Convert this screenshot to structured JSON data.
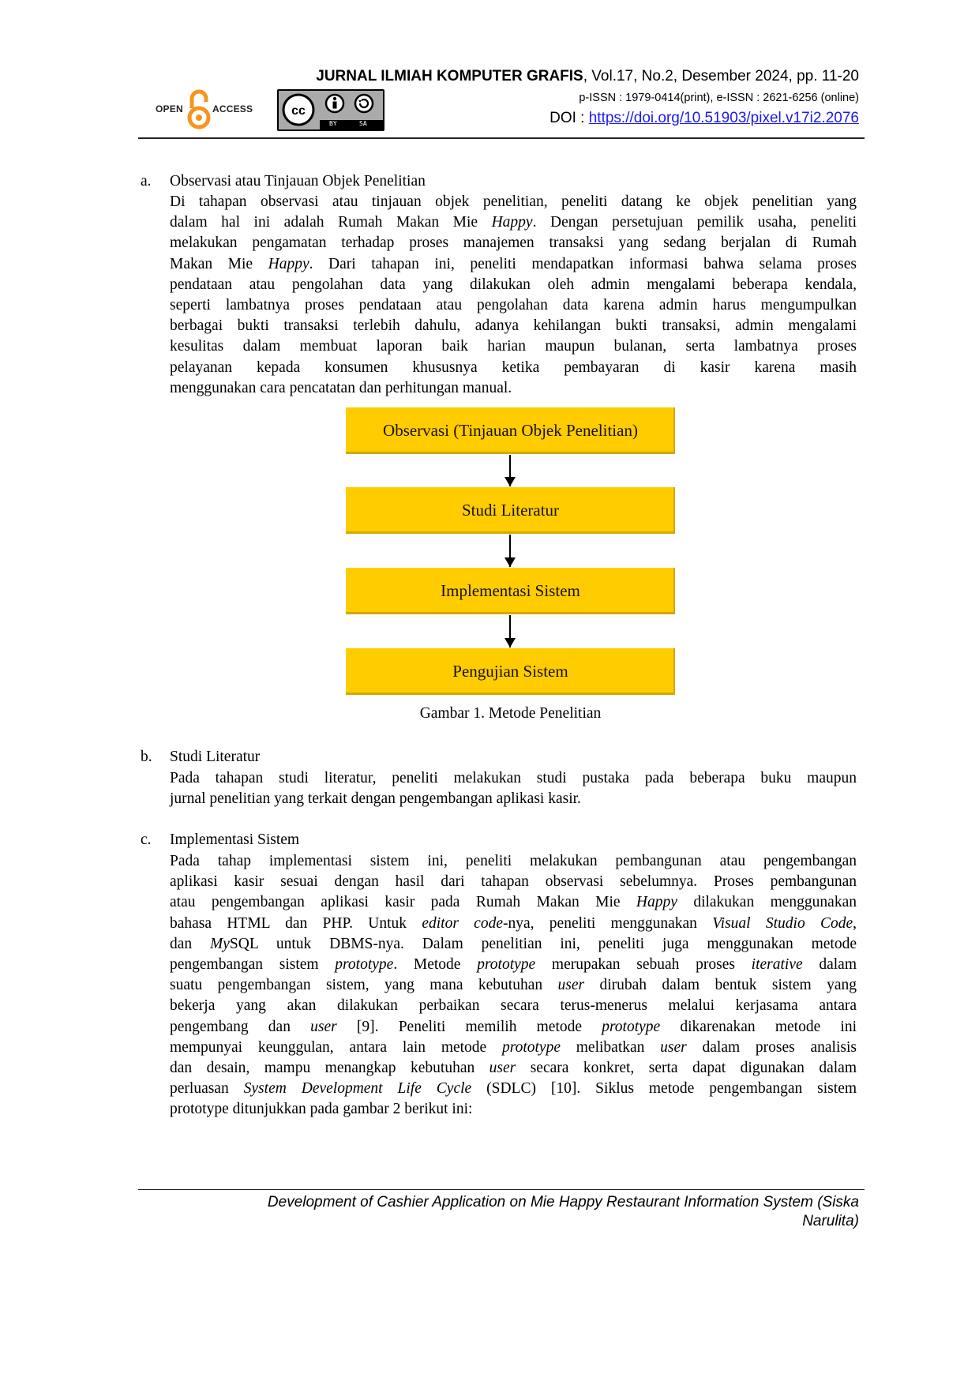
{
  "header": {
    "journal_name": "JURNAL ILMIAH KOMPUTER GRAFIS",
    "journal_issue": ", Vol.17, No.2, Desember 2024, pp. 11-20",
    "issn": "p-ISSN : 1979-0414(print), e-ISSN :  2621-6256 (online)",
    "doi_label": "DOI : ",
    "doi_link": "https://doi.org/10.51903/pixel.v17i2.2076",
    "open_access": {
      "left": "OPEN",
      "right": "ACCESS",
      "color": "#f7941d"
    },
    "license": {
      "cc": "cc",
      "by": "BY",
      "sa": "SA"
    }
  },
  "sections": [
    {
      "label": "a.",
      "title": "Observasi atau Tinjauan Objek Penelitian",
      "lines": [
        "Di tahapan observasi atau tinjauan objek penelitian, peneliti datang ke objek penelitian yang",
        "dalam hal ini adalah Rumah Makan Mie |Happy|. Dengan persetujuan pemilik usaha, peneliti",
        "melakukan pengamatan terhadap proses manajemen transaksi yang sedang berjalan di Rumah",
        "Makan Mie |Happy|. Dari tahapan ini, peneliti mendapatkan informasi bahwa selama proses",
        "pendataan atau pengolahan data yang dilakukan oleh admin mengalami beberapa kendala,",
        "seperti lambatnya proses pendataan atau pengolahan data karena admin harus mengumpulkan",
        "berbagai bukti transaksi terlebih dahulu, adanya kehilangan bukti transaksi, admin mengalami",
        "kesulitas dalam membuat laporan baik harian maupun bulanan, serta lambatnya proses",
        "pelayanan kepada konsumen khususnya ketika pembayaran di kasir karena masih",
        "menggunakan cara pencatatan dan perhitungan manual."
      ]
    },
    {
      "label": "b.",
      "title": "Studi Literatur",
      "lines": [
        "Pada tahapan studi literatur, peneliti melakukan studi pustaka pada beberapa buku maupun",
        "jurnal penelitian yang terkait dengan pengembangan aplikasi kasir."
      ]
    },
    {
      "label": "c.",
      "title": "Implementasi Sistem",
      "lines": [
        "Pada tahap implementasi sistem ini, peneliti melakukan pembangunan atau pengembangan",
        "aplikasi kasir sesuai dengan hasil dari tahapan observasi sebelumnya. Proses pembangunan",
        "atau pengembangan aplikasi kasir pada Rumah Makan Mie |Happy| dilakukan menggunakan",
        "bahasa HTML dan PHP. Untuk |editor code|-nya, peneliti menggunakan |Visual Studio Code|,",
        "dan |My|SQL untuk DBMS-nya. Dalam penelitian ini, peneliti juga menggunakan metode",
        "pengembangan sistem |prototype|. Metode |prototype| merupakan sebuah proses |iterative| dalam",
        "suatu pengembangan sistem, yang mana kebutuhan |user| dirubah dalam bentuk sistem yang",
        "bekerja yang akan dilakukan perbaikan secara terus-menerus melalui kerjasama antara",
        "pengembang dan |user| [9]. Peneliti memilih metode |prototype| dikarenakan metode ini",
        "mempunyai keunggulan, antara lain metode |prototype| melibatkan |user| dalam proses analisis",
        "dan desain, mampu menangkap kebutuhan |user| secara konkret, serta dapat digunakan dalam",
        "perluasan |System Development Life Cycle| (SDLC) [10]. Siklus metode pengembangan sistem",
        "prototype ditunjukkan pada gambar 2 berikut ini:"
      ]
    }
  ],
  "figure": {
    "steps": [
      "Observasi (Tinjauan Objek Penelitian)",
      "Studi Literatur",
      "Implementasi Sistem",
      "Pengujian Sistem"
    ],
    "box_color": "#ffcc00",
    "caption": "Gambar 1. Metode Penelitian"
  },
  "footer": {
    "line1": "Development of Cashier Application on Mie Happy Restaurant Information System (Siska",
    "line2": "Narulita)"
  }
}
